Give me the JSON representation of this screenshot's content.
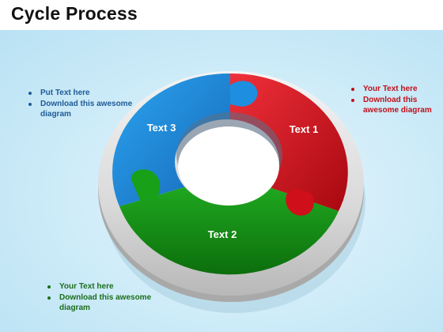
{
  "page": {
    "title": "Cycle Process"
  },
  "diagram": {
    "segments": [
      {
        "label": "Text 1",
        "color": "#e0121e"
      },
      {
        "label": "Text 2",
        "color": "#17a017"
      },
      {
        "label": "Text 3",
        "color": "#1e8fe0"
      }
    ]
  },
  "notes": {
    "blue": {
      "color": "#1f5a96",
      "items": [
        "Put Text here",
        "Download this awesome diagram"
      ]
    },
    "red": {
      "color": "#c0101a",
      "items": [
        "Your Text here",
        "Download this awesome diagram"
      ]
    },
    "green": {
      "color": "#1c6d1c",
      "items": [
        "Your Text here",
        "Download this awesome diagram"
      ]
    }
  }
}
